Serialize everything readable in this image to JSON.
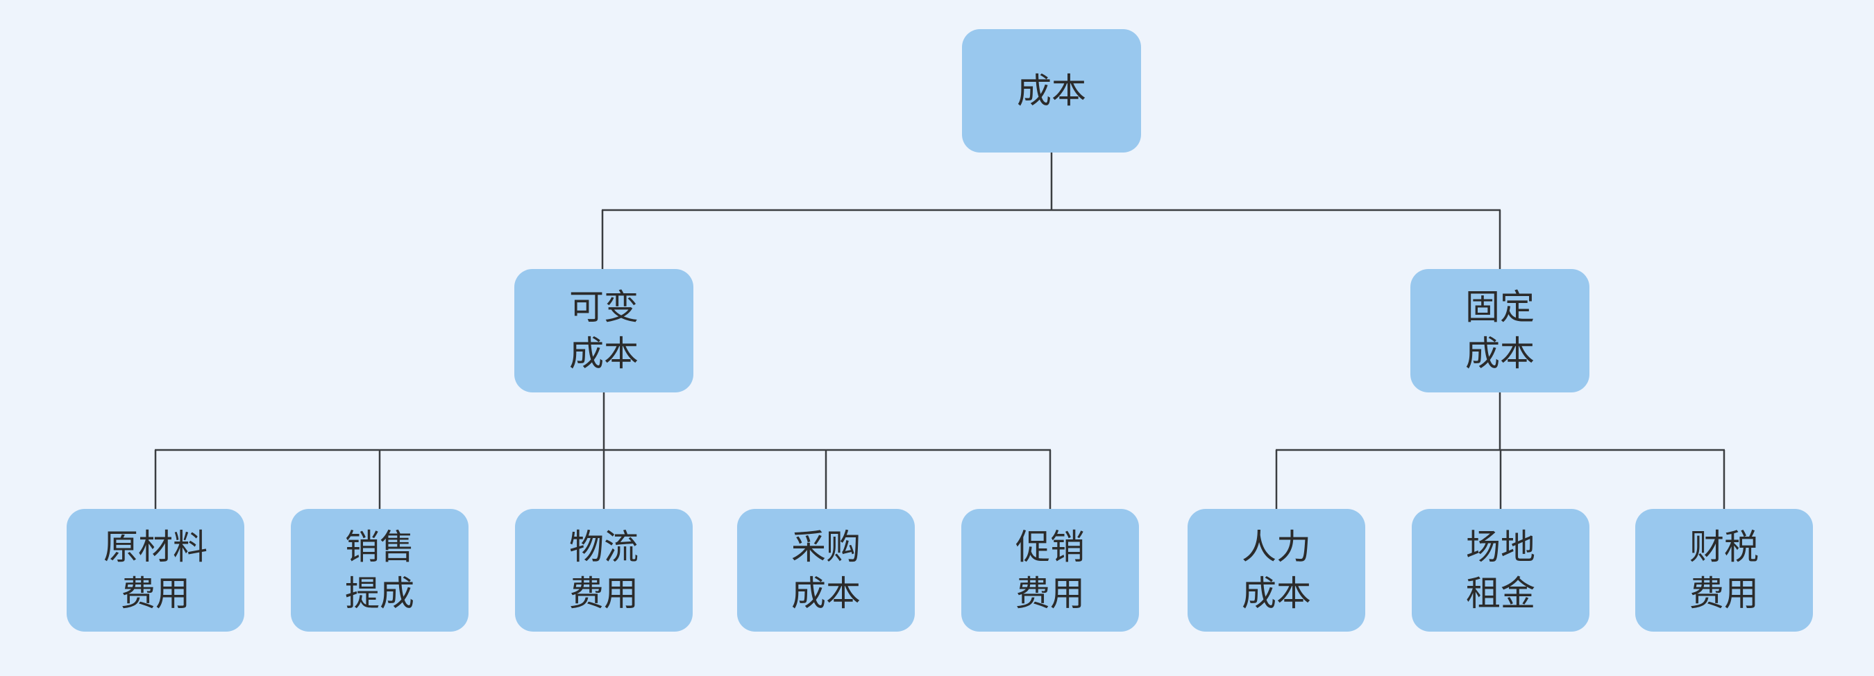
{
  "diagram": {
    "type": "org-tree",
    "colors": {
      "node_fill": "#99C8EE",
      "background": "#EEF4FC",
      "line": "#3A3D40",
      "text": "#2B2B2B"
    },
    "tree": {
      "label": "成本",
      "children": [
        {
          "label": "可变\n成本",
          "children": [
            {
              "label": "原材料\n费用"
            },
            {
              "label": "销售\n提成"
            },
            {
              "label": "物流\n费用"
            },
            {
              "label": "采购\n成本"
            },
            {
              "label": "促销\n费用"
            }
          ]
        },
        {
          "label": "固定\n成本",
          "children": [
            {
              "label": "人力\n成本"
            },
            {
              "label": "场地\n租金"
            },
            {
              "label": "财税\n费用"
            }
          ]
        }
      ]
    }
  }
}
